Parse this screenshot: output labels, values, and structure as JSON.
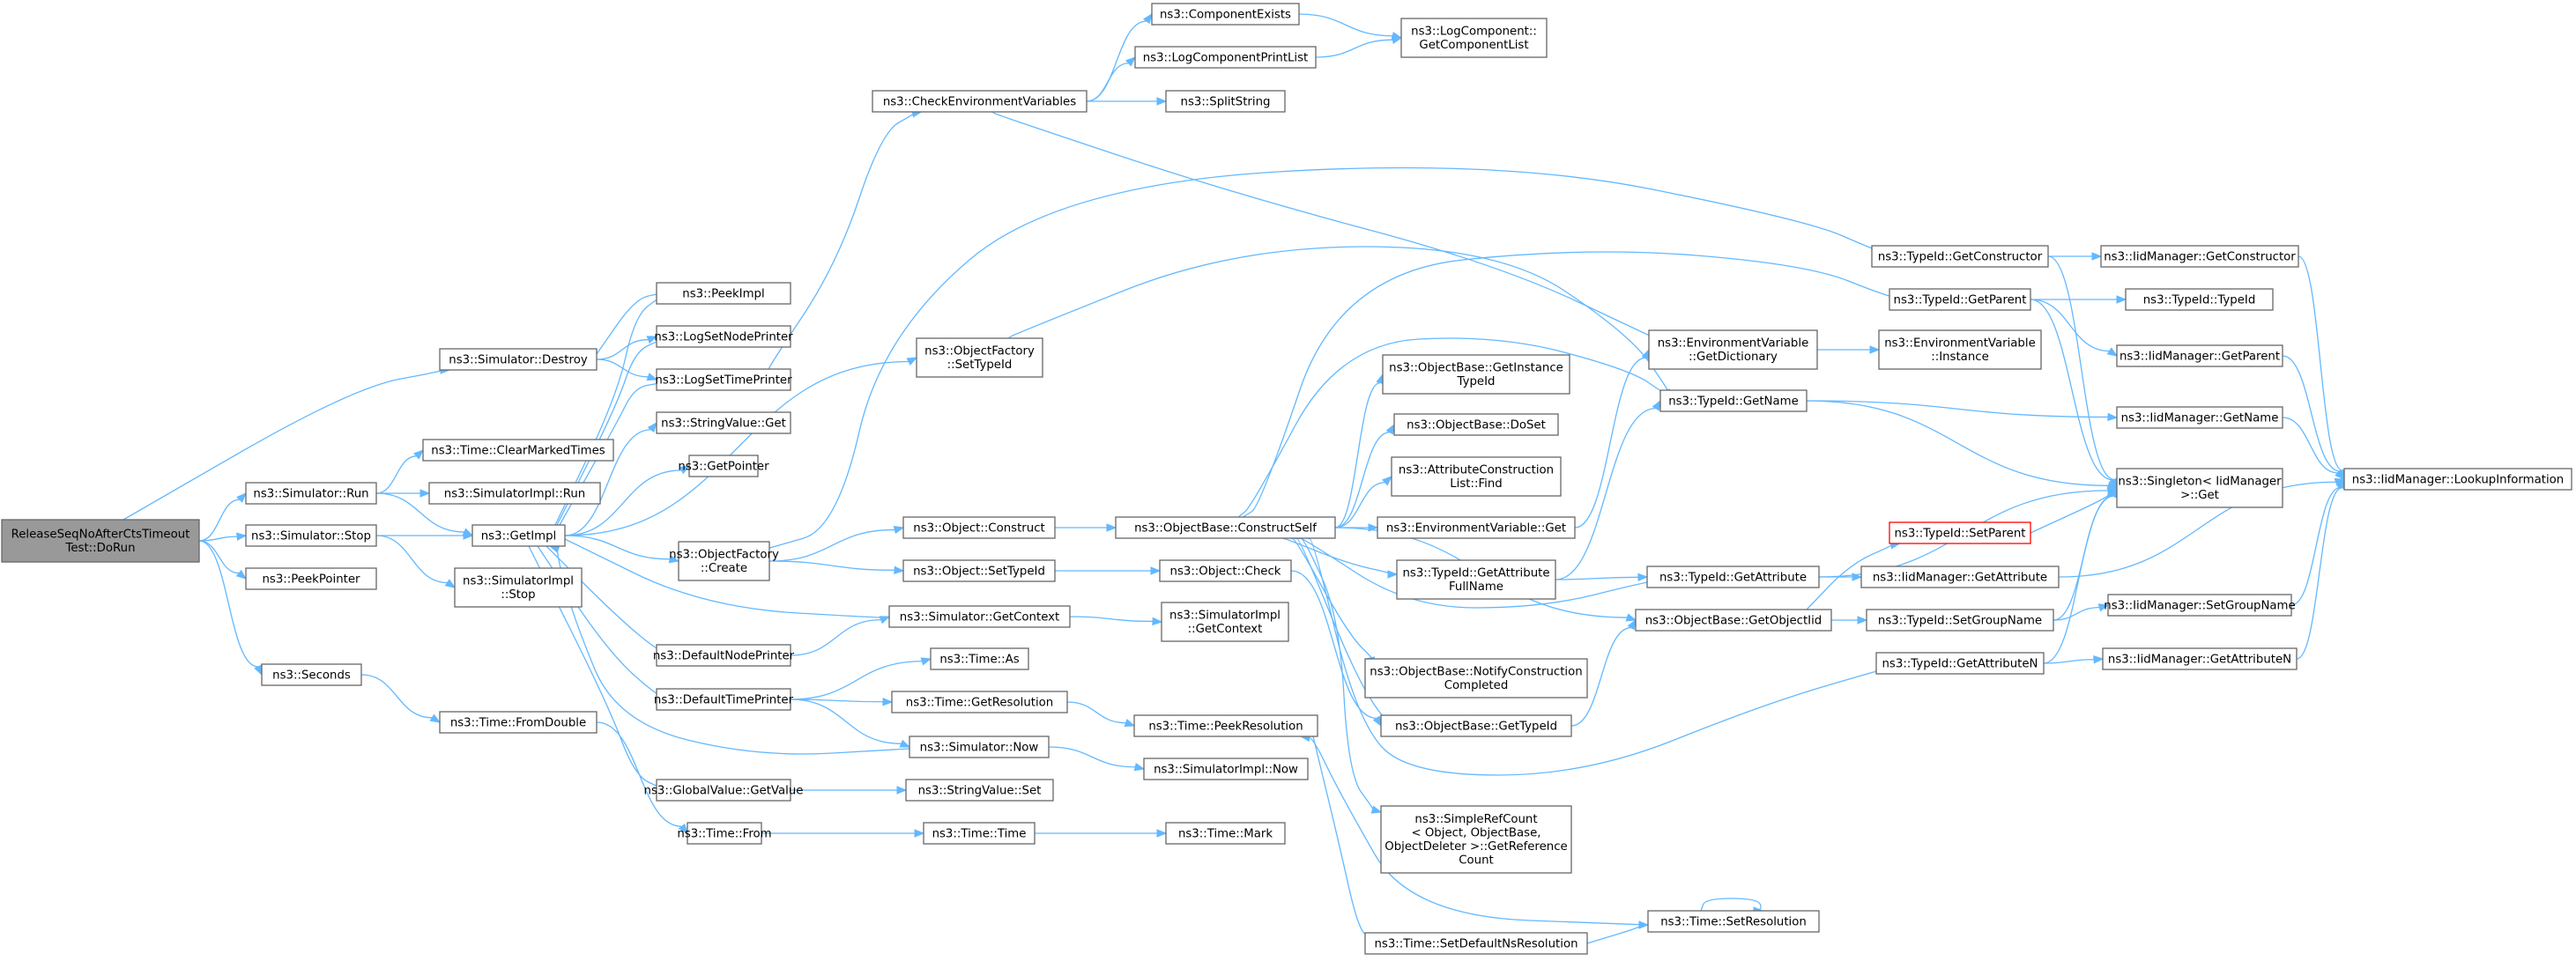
{
  "colors": {
    "edge": "#63b8ff",
    "node_border": "#666666",
    "root_fill": "#999999",
    "highlight_border": "#ff0000",
    "background": "#ffffff"
  },
  "nodes": [
    {
      "id": "root",
      "lines": [
        "ReleaseSeqNoAfterCtsTimeout",
        "Test::DoRun"
      ],
      "style": "root"
    },
    {
      "id": "destroy",
      "lines": [
        "ns3::Simulator::Destroy"
      ]
    },
    {
      "id": "run",
      "lines": [
        "ns3::Simulator::Run"
      ]
    },
    {
      "id": "stop",
      "lines": [
        "ns3::Simulator::Stop"
      ]
    },
    {
      "id": "peekptr",
      "lines": [
        "ns3::PeekPointer"
      ]
    },
    {
      "id": "seconds",
      "lines": [
        "ns3::Seconds"
      ]
    },
    {
      "id": "clearmarked",
      "lines": [
        "ns3::Time::ClearMarkedTimes"
      ]
    },
    {
      "id": "simimplrun",
      "lines": [
        "ns3::SimulatorImpl::Run"
      ]
    },
    {
      "id": "getimpl",
      "lines": [
        "ns3::GetImpl"
      ]
    },
    {
      "id": "simimplstop",
      "lines": [
        "ns3::SimulatorImpl",
        "::Stop"
      ]
    },
    {
      "id": "fromdouble",
      "lines": [
        "ns3::Time::FromDouble"
      ]
    },
    {
      "id": "peekimpl",
      "lines": [
        "ns3::PeekImpl"
      ]
    },
    {
      "id": "lognode",
      "lines": [
        "ns3::LogSetNodePrinter"
      ]
    },
    {
      "id": "logtime",
      "lines": [
        "ns3::LogSetTimePrinter"
      ]
    },
    {
      "id": "stringget",
      "lines": [
        "ns3::StringValue::Get"
      ]
    },
    {
      "id": "getpointer",
      "lines": [
        "ns3::GetPointer"
      ]
    },
    {
      "id": "defnode",
      "lines": [
        "ns3::DefaultNodePrinter"
      ]
    },
    {
      "id": "deftime",
      "lines": [
        "ns3::DefaultTimePrinter"
      ]
    },
    {
      "id": "gvget",
      "lines": [
        "ns3::GlobalValue::GetValue"
      ]
    },
    {
      "id": "timefrom",
      "lines": [
        "ns3::Time::From"
      ]
    },
    {
      "id": "checkenv",
      "lines": [
        "ns3::CheckEnvironmentVariables"
      ]
    },
    {
      "id": "ofsettype",
      "lines": [
        "ns3::ObjectFactory",
        "::SetTypeId"
      ]
    },
    {
      "id": "ofcreate",
      "lines": [
        "ns3::ObjectFactory",
        "::Create"
      ]
    },
    {
      "id": "simgetctx",
      "lines": [
        "ns3::Simulator::GetContext"
      ]
    },
    {
      "id": "timeas",
      "lines": [
        "ns3::Time::As"
      ]
    },
    {
      "id": "timegetres",
      "lines": [
        "ns3::Time::GetResolution"
      ]
    },
    {
      "id": "simnow",
      "lines": [
        "ns3::Simulator::Now"
      ]
    },
    {
      "id": "stringset",
      "lines": [
        "ns3::StringValue::Set"
      ]
    },
    {
      "id": "timetime",
      "lines": [
        "ns3::Time::Time"
      ]
    },
    {
      "id": "compexists",
      "lines": [
        "ns3::ComponentExists"
      ]
    },
    {
      "id": "logcomplist",
      "lines": [
        "ns3::LogComponentPrintList"
      ]
    },
    {
      "id": "splitstring",
      "lines": [
        "ns3::SplitString"
      ]
    },
    {
      "id": "objconstruct",
      "lines": [
        "ns3::Object::Construct"
      ]
    },
    {
      "id": "objsettype",
      "lines": [
        "ns3::Object::SetTypeId"
      ]
    },
    {
      "id": "objcheck",
      "lines": [
        "ns3::Object::Check"
      ]
    },
    {
      "id": "simimplgetctx",
      "lines": [
        "ns3::SimulatorImpl",
        "::GetContext"
      ]
    },
    {
      "id": "peekres",
      "lines": [
        "ns3::Time::PeekResolution"
      ]
    },
    {
      "id": "simimplnow",
      "lines": [
        "ns3::SimulatorImpl::Now"
      ]
    },
    {
      "id": "timemark",
      "lines": [
        "ns3::Time::Mark"
      ]
    },
    {
      "id": "logcompget",
      "lines": [
        "ns3::LogComponent::",
        "GetComponentList"
      ]
    },
    {
      "id": "constructself",
      "lines": [
        "ns3::ObjectBase::ConstructSelf"
      ]
    },
    {
      "id": "getinsttype",
      "lines": [
        "ns3::ObjectBase::GetInstance",
        "TypeId"
      ]
    },
    {
      "id": "doset",
      "lines": [
        "ns3::ObjectBase::DoSet"
      ]
    },
    {
      "id": "attrfind",
      "lines": [
        "ns3::AttributeConstruction",
        "List::Find"
      ]
    },
    {
      "id": "envget",
      "lines": [
        "ns3::EnvironmentVariable::Get"
      ]
    },
    {
      "id": "getattrfull",
      "lines": [
        "ns3::TypeId::GetAttribute",
        "FullName"
      ]
    },
    {
      "id": "notify",
      "lines": [
        "ns3::ObjectBase::NotifyConstruction",
        "Completed"
      ]
    },
    {
      "id": "getypeid",
      "lines": [
        "ns3::ObjectBase::GetTypeId"
      ]
    },
    {
      "id": "simplerefcount",
      "lines": [
        "ns3::SimpleRefCount",
        "< Object, ObjectBase,",
        "ObjectDeleter >::GetReference",
        "Count"
      ]
    },
    {
      "id": "setdefns",
      "lines": [
        "ns3::Time::SetDefaultNsResolution"
      ]
    },
    {
      "id": "envgetdict",
      "lines": [
        "ns3::EnvironmentVariable",
        "::GetDictionary"
      ]
    },
    {
      "id": "typegetname",
      "lines": [
        "ns3::TypeId::GetName"
      ]
    },
    {
      "id": "typegetattr",
      "lines": [
        "ns3::TypeId::GetAttribute"
      ]
    },
    {
      "id": "getobjectiid",
      "lines": [
        "ns3::ObjectBase::GetObjectIid"
      ]
    },
    {
      "id": "timesetres",
      "lines": [
        "ns3::Time::SetResolution"
      ]
    },
    {
      "id": "envinstance",
      "lines": [
        "ns3::EnvironmentVariable",
        "::Instance"
      ]
    },
    {
      "id": "getconstructor",
      "lines": [
        "ns3::TypeId::GetConstructor"
      ]
    },
    {
      "id": "typegetparent",
      "lines": [
        "ns3::TypeId::GetParent"
      ]
    },
    {
      "id": "typesetparent",
      "lines": [
        "ns3::TypeId::SetParent"
      ],
      "style": "red"
    },
    {
      "id": "iidgetattr",
      "lines": [
        "ns3::IidManager::GetAttribute"
      ]
    },
    {
      "id": "setgroupname",
      "lines": [
        "ns3::TypeId::SetGroupName"
      ]
    },
    {
      "id": "getattrn",
      "lines": [
        "ns3::TypeId::GetAttributeN"
      ]
    },
    {
      "id": "singleton",
      "lines": [
        "ns3::Singleton< IidManager",
        ">::Get"
      ]
    },
    {
      "id": "iidgetctor",
      "lines": [
        "ns3::IidManager::GetConstructor"
      ]
    },
    {
      "id": "typeidtypeid",
      "lines": [
        "ns3::TypeId::TypeId"
      ]
    },
    {
      "id": "iidgetparent",
      "lines": [
        "ns3::IidManager::GetParent"
      ]
    },
    {
      "id": "iidgetname",
      "lines": [
        "ns3::IidManager::GetName"
      ]
    },
    {
      "id": "iidsetgroup",
      "lines": [
        "ns3::IidManager::SetGroupName"
      ]
    },
    {
      "id": "iidgetattrn",
      "lines": [
        "ns3::IidManager::GetAttributeN"
      ]
    },
    {
      "id": "lookup",
      "lines": [
        "ns3::IidManager::LookupInformation"
      ]
    }
  ],
  "edges": [
    [
      "root",
      "destroy"
    ],
    [
      "root",
      "run"
    ],
    [
      "root",
      "stop"
    ],
    [
      "root",
      "peekptr"
    ],
    [
      "root",
      "seconds"
    ],
    [
      "destroy",
      "peekimpl"
    ],
    [
      "destroy",
      "lognode"
    ],
    [
      "destroy",
      "logtime"
    ],
    [
      "run",
      "clearmarked"
    ],
    [
      "run",
      "simimplrun"
    ],
    [
      "run",
      "getimpl"
    ],
    [
      "stop",
      "getimpl"
    ],
    [
      "stop",
      "simimplstop"
    ],
    [
      "seconds",
      "fromdouble"
    ],
    [
      "fromdouble",
      "timefrom"
    ],
    [
      "getimpl",
      "peekimpl"
    ],
    [
      "getimpl",
      "lognode"
    ],
    [
      "getimpl",
      "logtime"
    ],
    [
      "getimpl",
      "stringget"
    ],
    [
      "getimpl",
      "getpointer"
    ],
    [
      "getimpl",
      "ofcreate"
    ],
    [
      "getimpl",
      "ofsettype"
    ],
    [
      "getimpl",
      "simgetctx"
    ],
    [
      "getimpl",
      "defnode"
    ],
    [
      "getimpl",
      "deftime"
    ],
    [
      "getimpl",
      "gvget"
    ],
    [
      "logtime",
      "checkenv"
    ],
    [
      "ofcreate",
      "getconstructor"
    ],
    [
      "ofcreate",
      "objconstruct"
    ],
    [
      "ofcreate",
      "objsettype"
    ],
    [
      "defnode",
      "simgetctx"
    ],
    [
      "simgetctx",
      "simimplgetctx"
    ],
    [
      "deftime",
      "timeas"
    ],
    [
      "deftime",
      "timegetres"
    ],
    [
      "deftime",
      "simnow"
    ],
    [
      "simnow",
      "getimpl"
    ],
    [
      "simnow",
      "simimplnow"
    ],
    [
      "timegetres",
      "peekres"
    ],
    [
      "gvget",
      "stringset"
    ],
    [
      "timefrom",
      "timetime"
    ],
    [
      "timetime",
      "timemark"
    ],
    [
      "checkenv",
      "compexists"
    ],
    [
      "checkenv",
      "logcomplist"
    ],
    [
      "checkenv",
      "splitstring"
    ],
    [
      "checkenv",
      "envgetdict"
    ],
    [
      "compexists",
      "logcompget"
    ],
    [
      "logcomplist",
      "logcompget"
    ],
    [
      "ofsettype",
      "typegetname"
    ],
    [
      "objconstruct",
      "constructself"
    ],
    [
      "objsettype",
      "objcheck"
    ],
    [
      "objcheck",
      "getypeid"
    ],
    [
      "constructself",
      "getinsttype"
    ],
    [
      "constructself",
      "doset"
    ],
    [
      "constructself",
      "attrfind"
    ],
    [
      "constructself",
      "envget"
    ],
    [
      "constructself",
      "getattrfull"
    ],
    [
      "constructself",
      "notify"
    ],
    [
      "constructself",
      "getypeid"
    ],
    [
      "constructself",
      "simplerefcount"
    ],
    [
      "constructself",
      "typegetname"
    ],
    [
      "constructself",
      "typegetparent"
    ],
    [
      "constructself",
      "typegetattr"
    ],
    [
      "constructself",
      "getattrn"
    ],
    [
      "constructself",
      "getobjectiid"
    ],
    [
      "envget",
      "envgetdict"
    ],
    [
      "envgetdict",
      "envinstance"
    ],
    [
      "getattrfull",
      "typegetname"
    ],
    [
      "getattrfull",
      "typegetattr"
    ],
    [
      "typegetname",
      "iidgetname"
    ],
    [
      "typegetname",
      "singleton"
    ],
    [
      "typegetattr",
      "iidgetattr"
    ],
    [
      "typegetattr",
      "singleton"
    ],
    [
      "getobjectiid",
      "typesetparent"
    ],
    [
      "getobjectiid",
      "setgroupname"
    ],
    [
      "getypeid",
      "getobjectiid"
    ],
    [
      "typesetparent",
      "singleton"
    ],
    [
      "setgroupname",
      "iidsetgroup"
    ],
    [
      "setgroupname",
      "singleton"
    ],
    [
      "getattrn",
      "iidgetattrn"
    ],
    [
      "getattrn",
      "singleton"
    ],
    [
      "getconstructor",
      "iidgetctor"
    ],
    [
      "getconstructor",
      "singleton"
    ],
    [
      "typegetparent",
      "typeidtypeid"
    ],
    [
      "typegetparent",
      "iidgetparent"
    ],
    [
      "typegetparent",
      "singleton"
    ],
    [
      "iidgetctor",
      "lookup"
    ],
    [
      "iidgetparent",
      "lookup"
    ],
    [
      "iidgetname",
      "lookup"
    ],
    [
      "iidgetattr",
      "lookup"
    ],
    [
      "iidsetgroup",
      "lookup"
    ],
    [
      "iidgetattrn",
      "lookup"
    ],
    [
      "peekres",
      "setdefns"
    ],
    [
      "setdefns",
      "timesetres"
    ],
    [
      "timesetres",
      "timesetres"
    ],
    [
      "timesetres",
      "peekres"
    ]
  ]
}
